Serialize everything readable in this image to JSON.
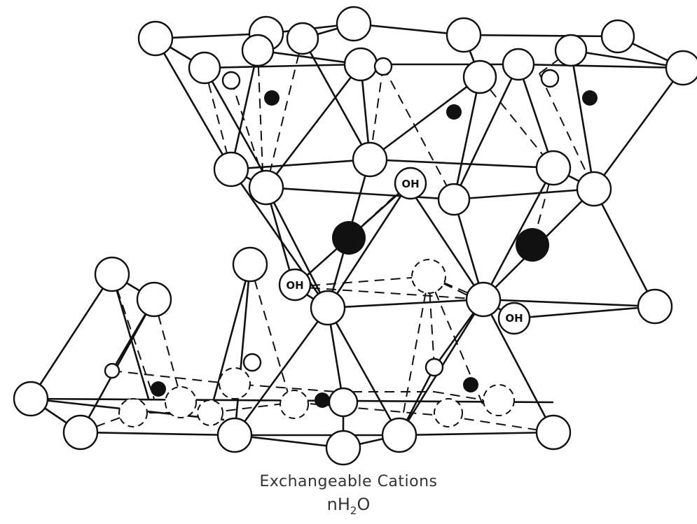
{
  "diagram": {
    "hydroxyl_label": "OH",
    "interlayer_caption": "Exchangeable Cations",
    "water_caption": {
      "prefix": "nH",
      "subscript": "2",
      "suffix": "O"
    }
  }
}
